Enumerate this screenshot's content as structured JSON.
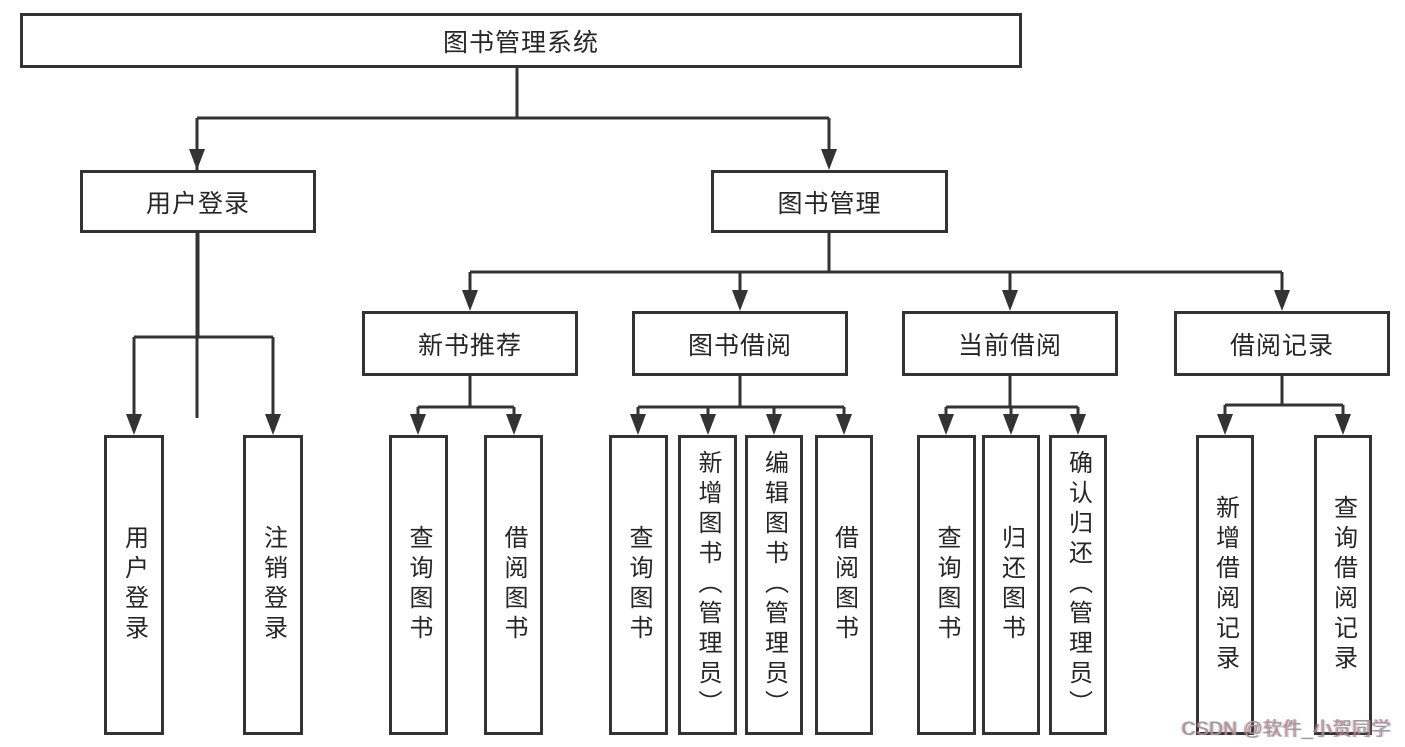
{
  "nodes": {
    "root": "图书管理系统",
    "level2": {
      "user_login": "用户登录",
      "book_mgmt": "图书管理"
    },
    "level3": {
      "new_book_rec": "新书推荐",
      "book_borrow": "图书借阅",
      "current_borrow": "当前借阅",
      "borrow_records": "借阅记录"
    },
    "leaves": {
      "user_login": [
        "用户登录",
        "注销登录"
      ],
      "new_book_rec": [
        "查询图书",
        "借阅图书"
      ],
      "book_borrow": [
        "查询图书",
        "新增图书（管理员）",
        "编辑图书（管理员）",
        "借阅图书"
      ],
      "current_borrow": [
        "查询图书",
        "归还图书",
        "确认归还（管理员）"
      ],
      "borrow_records": [
        "新增借阅记录",
        "查询借阅记录"
      ]
    }
  },
  "watermark": {
    "text": "CSDN @软件_小贺同学"
  },
  "colors": {
    "line": "#333333",
    "text": "#262626",
    "background": "#ffffff",
    "watermark": "#9b9b9b"
  }
}
